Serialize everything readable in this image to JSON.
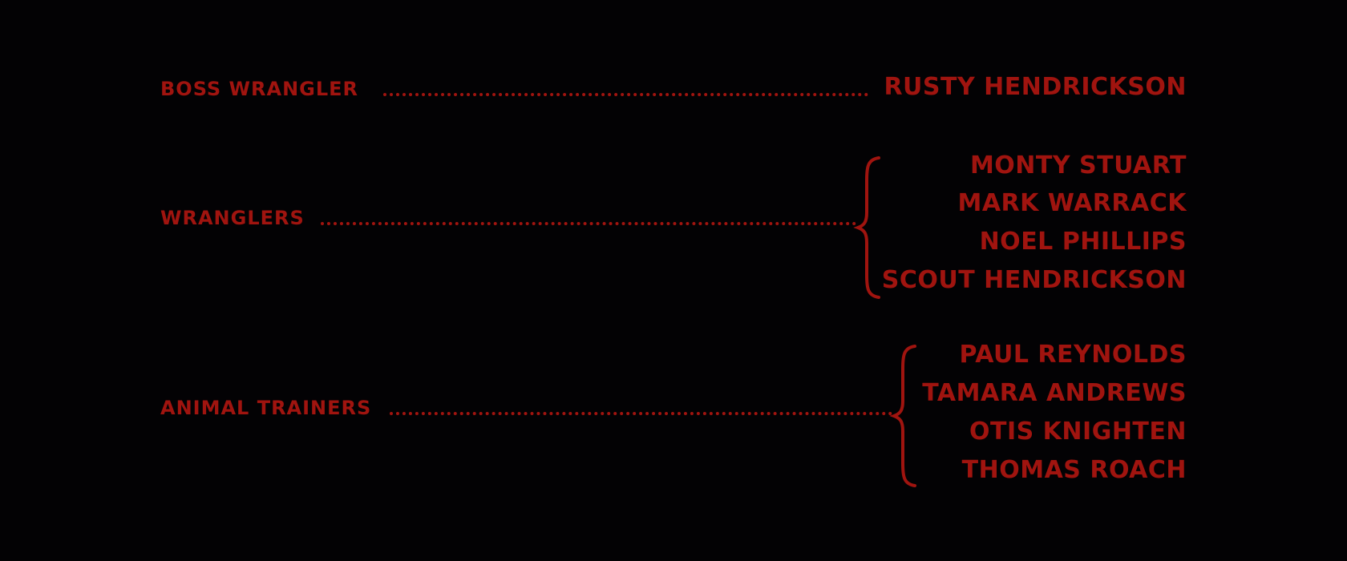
{
  "colors": {
    "background": "#030204",
    "text": "#a0140f"
  },
  "credits": [
    {
      "role": "BOSS WRANGLER",
      "names": [
        "RUSTY HENDRICKSON"
      ]
    },
    {
      "role": "WRANGLERS",
      "names": [
        "MONTY STUART",
        "MARK WARRACK",
        "NOEL PHILLIPS",
        "SCOUT HENDRICKSON"
      ]
    },
    {
      "role": "ANIMAL TRAINERS",
      "names": [
        "PAUL REYNOLDS",
        "TAMARA ANDREWS",
        "OTIS KNIGHTEN",
        "THOMAS ROACH"
      ]
    }
  ]
}
